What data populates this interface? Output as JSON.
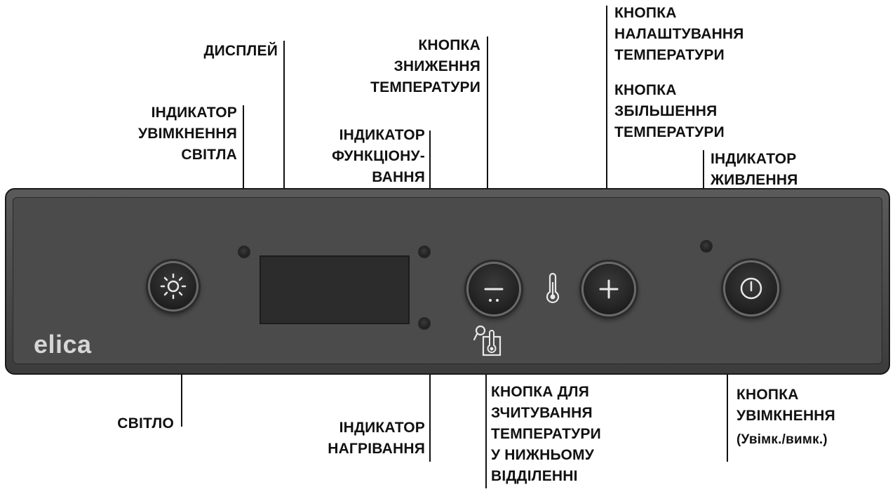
{
  "brand": "elica",
  "labels": {
    "display": "ДИСПЛЕЙ",
    "light_indicator": "ІНДИКАТОР\nУВІМКНЕННЯ\nСВІТЛА",
    "temp_down_button": "КНОПКА\nЗНИЖЕННЯ\nТЕМПЕРАТУРИ",
    "function_indicator": "ІНДИКАТОР\nФУНКЦІОНУ-\nВАННЯ",
    "temp_setting_button": "КНОПКА\nНАЛАШТУВАННЯ\nТЕМПЕРАТУРИ",
    "temp_up_button": "КНОПКА\nЗБІЛЬШЕННЯ\nТЕМПЕРАТУРИ",
    "power_indicator": "ІНДИКАТОР\nЖИВЛЕННЯ",
    "light": "СВІТЛО",
    "heating_indicator": "ІНДИКАТОР\nНАГРІВАННЯ",
    "lower_temp_read_button": "КНОПКА ДЛЯ\nЗЧИТУВАННЯ\nТЕМПЕРАТУРИ\nУ НИЖНЬОМУ\nВІДДІЛЕННІ",
    "power_button": "КНОПКА\nУВІМКНЕННЯ",
    "power_button_note": "(Увімк./вимк.)"
  },
  "icons": {
    "light_button": "sun-icon",
    "temp_down_button": "minus-icon",
    "thermometer": "thermometer-icon",
    "lower_temp_read": "thermometer-key-icon",
    "temp_up_button": "plus-icon",
    "power_button": "power-icon"
  }
}
